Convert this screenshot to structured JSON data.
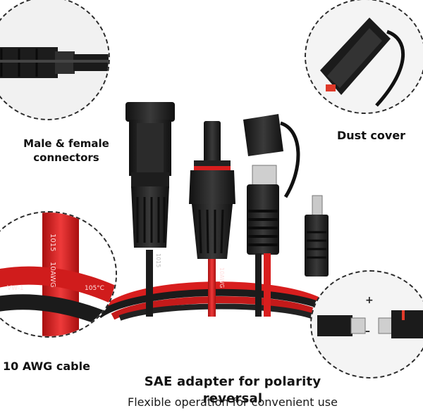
{
  "labels": {
    "connectors_line1": "Male & female",
    "connectors_line2": "connectors",
    "dust_cover": "Dust cover",
    "cable": "10 AWG cable",
    "sae_adapter": "SAE adapter for polarity reversal",
    "flexible": "Flexible operation for convenient use"
  },
  "cable_print": {
    "text_a": "1015",
    "text_b": "10AWG",
    "text_c": "105°C",
    "text_d": "VW-1"
  },
  "polarity": {
    "plus": "+",
    "minus": "–"
  },
  "colors": {
    "cable_red": "#d81e1e",
    "cable_black": "#1b1b1b",
    "connector_black": "#222222",
    "background": "#ffffff"
  }
}
